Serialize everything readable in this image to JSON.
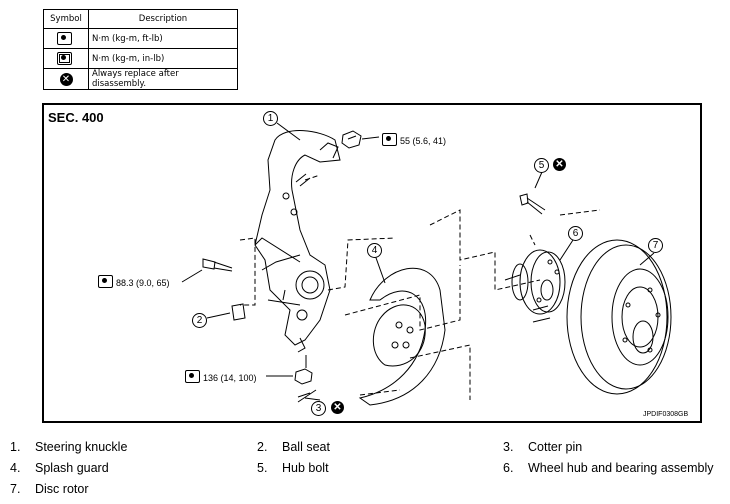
{
  "legend": {
    "header_symbol": "Symbol",
    "header_description": "Description",
    "rows": [
      {
        "icon": "torque-icon",
        "text": "N·m (kg-m, ft-lb)"
      },
      {
        "icon": "torque-inlb-icon",
        "text": "N·m (kg-m, in-lb)"
      },
      {
        "icon": "replace-icon",
        "text": "Always replace after disassembly."
      }
    ]
  },
  "diagram": {
    "section": "SEC. 400",
    "figure_code": "JPDIF0308GB",
    "callouts": {
      "c55": "55 (5.6, 41)",
      "c883": "88.3 (9.0, 65)",
      "c136": "136 (14, 100)"
    },
    "bubbles": {
      "b1": "1",
      "b2": "2",
      "b3": "3",
      "b4": "4",
      "b5": "5",
      "b6": "6",
      "b7": "7"
    }
  },
  "parts": [
    {
      "num": "1.",
      "name": "Steering knuckle"
    },
    {
      "num": "2.",
      "name": "Ball seat"
    },
    {
      "num": "3.",
      "name": "Cotter pin"
    },
    {
      "num": "4.",
      "name": "Splash guard"
    },
    {
      "num": "5.",
      "name": "Hub bolt"
    },
    {
      "num": "6.",
      "name": "Wheel hub and bearing assembly"
    },
    {
      "num": "7.",
      "name": "Disc rotor"
    }
  ]
}
